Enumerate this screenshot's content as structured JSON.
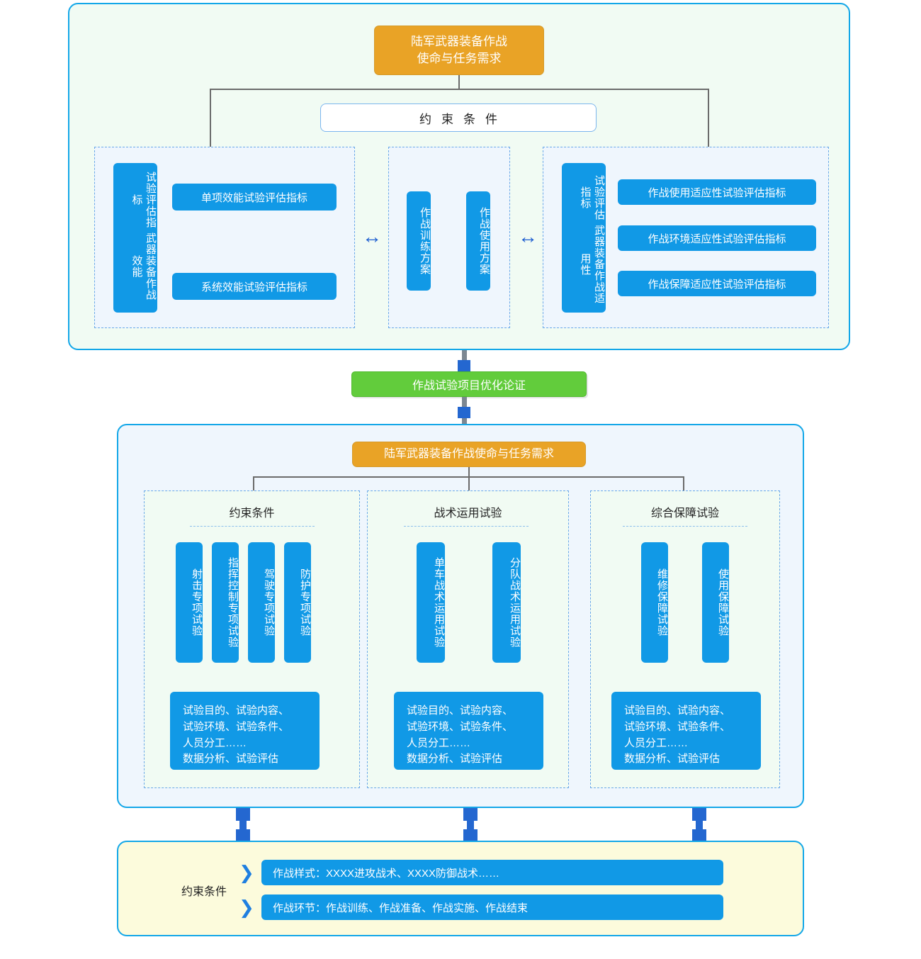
{
  "section1": {
    "title_box": "陆军武器装备作战\n使命与任务需求",
    "constraint_pill": "约束条件",
    "left_group": {
      "vertical_label_right": "试验评估指标",
      "vertical_label_left": "武器装备作战效能",
      "bars": [
        "单项效能试验评估指标",
        "系统效能试验评估指标"
      ]
    },
    "middle_group": {
      "bars": [
        "作战训练方案",
        "作战使用方案"
      ],
      "arrow_left": "↔",
      "arrow_right": "↔"
    },
    "right_group": {
      "vertical_label_right": "试验评估指标",
      "vertical_label_left": "武器装备作战适用性",
      "bars": [
        "作战使用适应性试验评估指标",
        "作战环境适应性试验评估指标",
        "作战保障适应性试验评估指标"
      ]
    }
  },
  "connector": {
    "green_label": "作战试验项目优化论证"
  },
  "section2": {
    "title_box": "陆军武器装备作战使命与任务需求",
    "columns": [
      {
        "title": "约束条件",
        "vertical_items": [
          "射击专项试验",
          "指挥控制专项试验",
          "驾驶专项试验",
          "防护专项试验"
        ],
        "detail": "试验目的、试验内容、\n试验环境、试验条件、\n人员分工……\n数据分析、试验评估"
      },
      {
        "title": "战术运用试验",
        "vertical_items": [
          "单车战术运用试验",
          "分队战术运用试验"
        ],
        "detail": "试验目的、试验内容、\n试验环境、试验条件、\n人员分工……\n数据分析、试验评估"
      },
      {
        "title": "综合保障试验",
        "vertical_items": [
          "维修保障试验",
          "使用保障试验"
        ],
        "detail": "试验目的、试验内容、\n试验环境、试验条件、\n人员分工……\n数据分析、试验评估"
      }
    ]
  },
  "section3": {
    "side_label": "约束条件",
    "rows": [
      {
        "chevron": "❯",
        "text": "作战样式：XXXX进攻战术、XXXX防御战术……"
      },
      {
        "chevron": "❯",
        "text": "作战环节：作战训练、作战准备、作战实施、作战结束"
      }
    ]
  },
  "colors": {
    "accent_blue": "#1199e6",
    "orange": "#e9a326",
    "green": "#62cc3c",
    "panel_border": "#13a7e8",
    "connector_blue": "#2467d0",
    "dashed_border": "#6aa8e8"
  }
}
